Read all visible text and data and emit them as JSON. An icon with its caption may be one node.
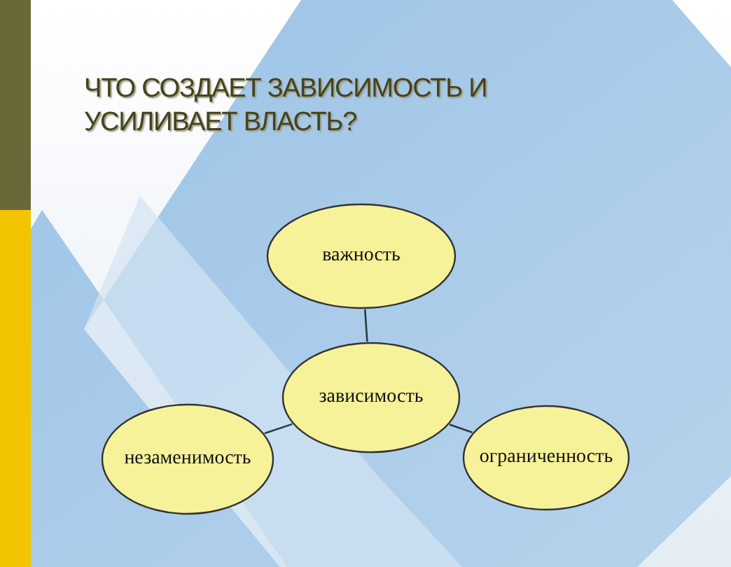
{
  "diagram": {
    "title": "ЧТО СОЗДАЕТ ЗАВИСИМОСТЬ И УСИЛИВАЕТ ВЛАСТЬ?",
    "nodes": [
      {
        "text": [
          "важность"
        ]
      },
      {
        "text": [
          "зависимость"
        ]
      },
      {
        "text": [
          "незаменимость"
        ]
      },
      {
        "text": [
          "ограниченность"
        ]
      }
    ],
    "edges": [
      {
        "from": 1,
        "to": 0,
        "arrow": "none"
      },
      {
        "from": 1,
        "to": 2,
        "arrow": "none"
      },
      {
        "from": 1,
        "to": 3,
        "arrow": "none"
      }
    ]
  }
}
